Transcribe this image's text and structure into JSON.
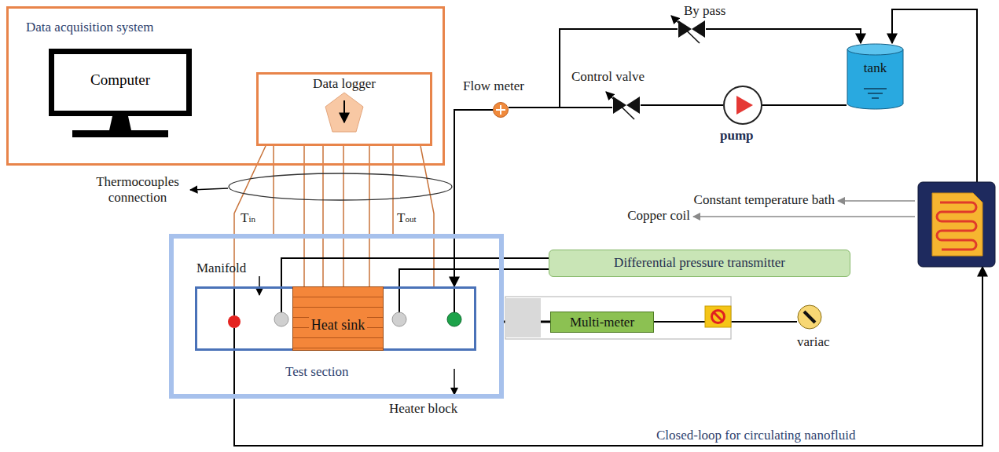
{
  "diagram": {
    "nodes": [
      {
        "text": [
          "Data acquisition system"
        ]
      },
      {
        "text": [
          "Computer"
        ],
        "in": 0
      },
      {
        "text": [
          "Data logger"
        ],
        "in": 0
      },
      {
        "text": [
          "Test section"
        ]
      },
      {
        "text": [
          "Manifold"
        ],
        "in": 3
      },
      {
        "text": [
          "Heat sink"
        ],
        "in": 4
      },
      {
        "text": [
          "Differential pressure transmitter"
        ]
      },
      {
        "text": [
          "Multi-meter"
        ]
      },
      {
        "text": [
          "variac"
        ]
      },
      {
        "text": [
          "Flow meter"
        ]
      },
      {
        "text": [
          "Control valve"
        ]
      },
      {
        "text": [
          "pump"
        ]
      },
      {
        "text": [
          "tank"
        ]
      },
      {
        "text": [
          "By pass"
        ]
      },
      {
        "text": [
          "Constant temperature bath",
          "Copper coil"
        ]
      }
    ],
    "edges": [
      {
        "from": 2,
        "to": 4,
        "arrow": "none"
      },
      {
        "from": 2,
        "to": 3,
        "arrow": "none"
      },
      {
        "from": 2,
        "to": 5,
        "arrow": "none"
      },
      {
        "from": 2,
        "to": 5,
        "arrow": "none"
      },
      {
        "from": 2,
        "to": 5,
        "arrow": "none"
      },
      {
        "from": 2,
        "to": 5,
        "arrow": "none"
      },
      {
        "from": 2,
        "to": 3,
        "arrow": "none"
      },
      {
        "from": 2,
        "to": 4,
        "arrow": "none"
      },
      {
        "from": 4,
        "to": 6,
        "arrow": "none"
      },
      {
        "from": 4,
        "to": 6,
        "arrow": "none"
      },
      {
        "from": 3,
        "to": 7,
        "arrow": "none"
      },
      {
        "from": 7,
        "to": 8,
        "arrow": "none"
      },
      {
        "from": 10,
        "to": 9,
        "arrow": "none"
      },
      {
        "from": 9,
        "to": 13,
        "arrow": "none"
      },
      {
        "from": 9,
        "to": 4,
        "arrow": "to"
      },
      {
        "from": 11,
        "to": 10,
        "arrow": "none"
      },
      {
        "from": 12,
        "to": 11,
        "arrow": "none"
      },
      {
        "from": 13,
        "to": 12,
        "arrow": "to"
      },
      {
        "from": 14,
        "to": 12,
        "arrow": "to"
      },
      {
        "from": 4,
        "to": 14,
        "arrow": "to"
      }
    ],
    "labels": [
      "Thermocouples connection",
      "Tin",
      "Tout",
      "Heater block",
      "Closed-loop for circulating nanofluid"
    ]
  }
}
